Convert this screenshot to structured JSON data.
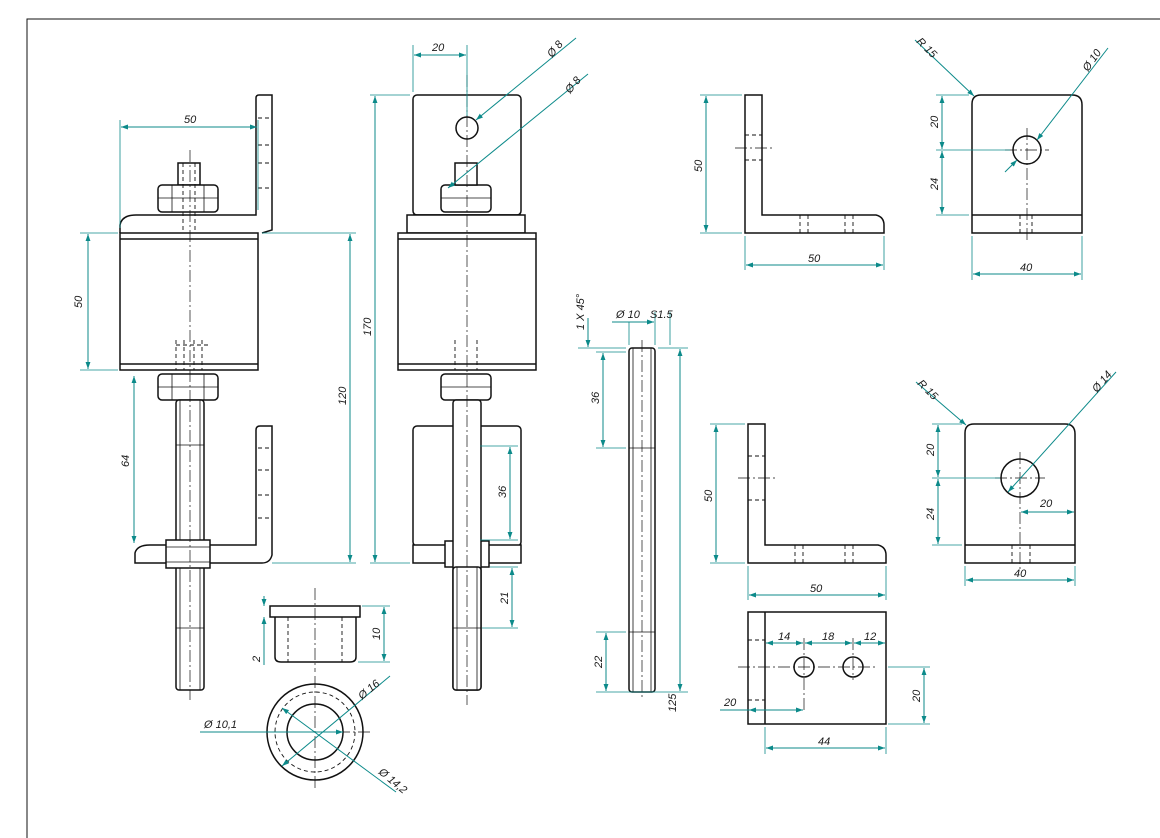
{
  "colors": {
    "dimension": "#0c8a8a",
    "outline": "#111111",
    "background": "#ffffff"
  },
  "dimensions": {
    "front_assembly": {
      "bracket_width": "50",
      "block_height": "50",
      "rod_length": "64",
      "total_height": "120"
    },
    "side_assembly": {
      "offset": "20",
      "hole_upper": "Ø 8",
      "hole_lower": "Ø 8",
      "total_height": "170",
      "slot_length": "36",
      "end_length": "21"
    },
    "rod": {
      "chamfer": "1 X 45°",
      "diameter": "Ø 10",
      "pitch": "S1.5",
      "thread_top": "36",
      "thread_bottom": "22",
      "length": "125"
    },
    "bushing": {
      "height": "10",
      "flange": "2",
      "inner_diameter": "Ø 10,1",
      "outer_diameter": "Ø 16",
      "flange_diameter": "Ø 14,2"
    },
    "bracket_a_front": {
      "height": "50",
      "width": "50"
    },
    "bracket_a_side": {
      "radius": "R 15",
      "hole": "Ø 10",
      "upper": "20",
      "lower": "24",
      "width": "40"
    },
    "bracket_b_front": {
      "height": "50",
      "width": "50"
    },
    "bracket_b_side": {
      "radius": "R 15",
      "hole": "Ø 14",
      "upper": "20",
      "lower": "24",
      "offset": "20",
      "width": "40"
    },
    "bracket_b_top": {
      "d1": "14",
      "d2": "18",
      "d3": "12",
      "left": "20",
      "right": "20",
      "width": "44"
    }
  }
}
